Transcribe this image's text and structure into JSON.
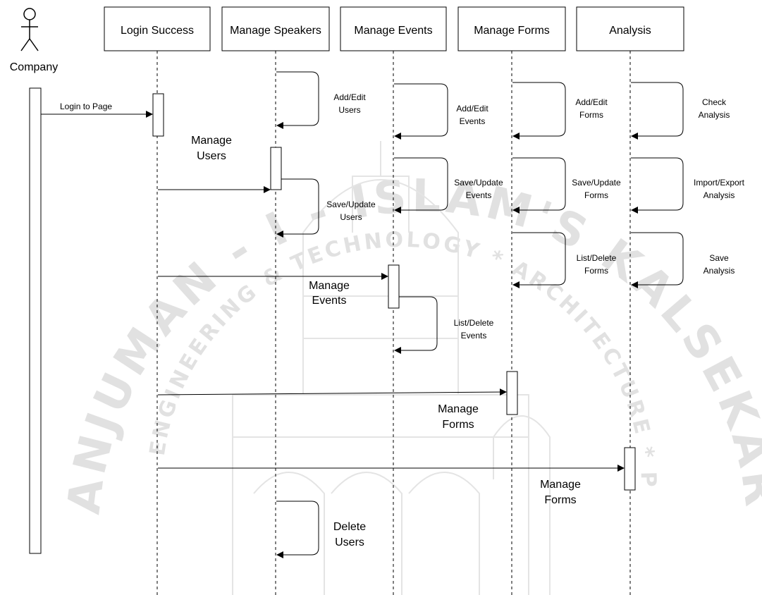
{
  "actor": {
    "label": "Company",
    "icon": "stick-figure-icon"
  },
  "lifelines": [
    {
      "id": "login",
      "label": "Login Success"
    },
    {
      "id": "speakers",
      "label": "Manage Speakers"
    },
    {
      "id": "events",
      "label": "Manage Events"
    },
    {
      "id": "forms",
      "label": "Manage Forms"
    },
    {
      "id": "analysis",
      "label": "Analysis"
    }
  ],
  "messages": {
    "login_to_page": "Login to Page",
    "manage_users": [
      "Manage",
      "Users"
    ],
    "manage_events": [
      "Manage",
      "Events"
    ],
    "manage_forms_1": [
      "Manage",
      "Forms"
    ],
    "manage_forms_2": [
      "Manage",
      "Forms"
    ]
  },
  "self_calls": {
    "speakers_add_edit": [
      "Add/Edit",
      "Users"
    ],
    "speakers_save_update": [
      "Save/Update",
      "Users"
    ],
    "speakers_delete": [
      "Delete",
      "Users"
    ],
    "events_add_edit": [
      "Add/Edit",
      "Events"
    ],
    "events_save_update": [
      "Save/Update",
      "Events"
    ],
    "events_list_delete": [
      "List/Delete",
      "Events"
    ],
    "forms_add_edit": [
      "Add/Edit",
      "Forms"
    ],
    "forms_save_update": [
      "Save/Update",
      "Forms"
    ],
    "forms_list_delete": [
      "List/Delete",
      "Forms"
    ],
    "analysis_check": [
      "Check",
      "Analysis"
    ],
    "analysis_import_export": [
      "Import/Export",
      "Analysis"
    ],
    "analysis_save": [
      "Save",
      "Analysis"
    ]
  },
  "watermark": {
    "lines": [
      "ANJUMAN - I - ISLAM'S KALSEKAR TECHNICAL CAMPUS, NEW PANVEL",
      "ENGINEERING & TECHNOLOGY * ARCHITECTURE * PHARMACY"
    ],
    "color": "#c9c9c9"
  }
}
